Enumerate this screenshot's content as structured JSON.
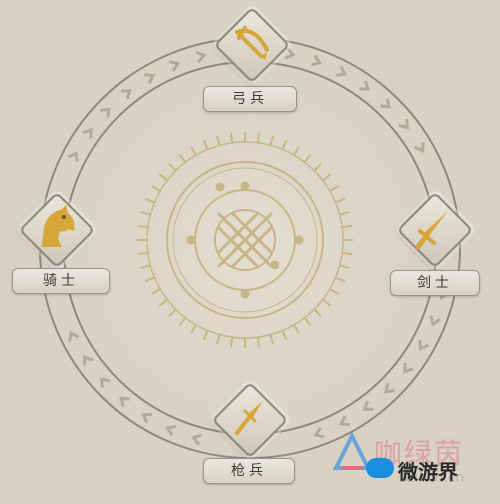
{
  "units": [
    {
      "id": "archer",
      "label": "弓兵",
      "icon": "bow-icon"
    },
    {
      "id": "swordsman",
      "label": "剑士",
      "icon": "sword-icon"
    },
    {
      "id": "spearman",
      "label": "枪兵",
      "icon": "spear-icon"
    },
    {
      "id": "cavalry",
      "label": "骑士",
      "icon": "horse-icon"
    }
  ],
  "watermark": {
    "brand_cn": "咖绿茵",
    "site_text": "kalvin.cn",
    "network_name": "微游界"
  },
  "colors": {
    "background": "#d9d2c3",
    "ring": "#8e887c",
    "icon_gold": "#d6a63a",
    "chevron": "#b2aa99",
    "emblem": "#c8b687"
  }
}
